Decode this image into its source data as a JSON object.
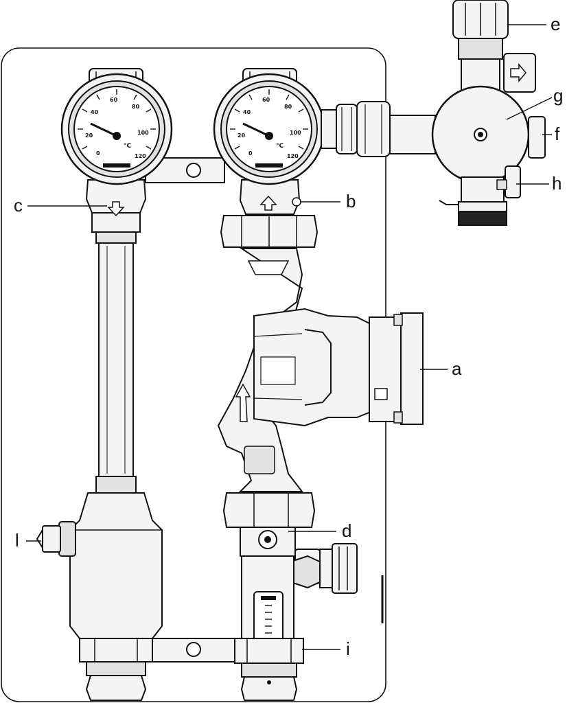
{
  "callouts": {
    "a": "a",
    "b": "b",
    "c": "c",
    "d": "d",
    "e": "e",
    "f": "f",
    "g": "g",
    "h": "h",
    "i": "i",
    "l": "l"
  },
  "gauges": {
    "ticks": [
      "0",
      "20",
      "40",
      "60",
      "80",
      "100",
      "120"
    ],
    "unit": "°C"
  },
  "colors": {
    "stroke": "#111111",
    "fill_light": "#f4f4f4",
    "fill_mid": "#e2e2e2",
    "fill_dark": "#222222"
  },
  "icons": [
    "flow-arrow-icon",
    "temperature-gauge-icon",
    "circulation-pump-icon",
    "mixing-valve-icon",
    "flow-meter-icon"
  ]
}
